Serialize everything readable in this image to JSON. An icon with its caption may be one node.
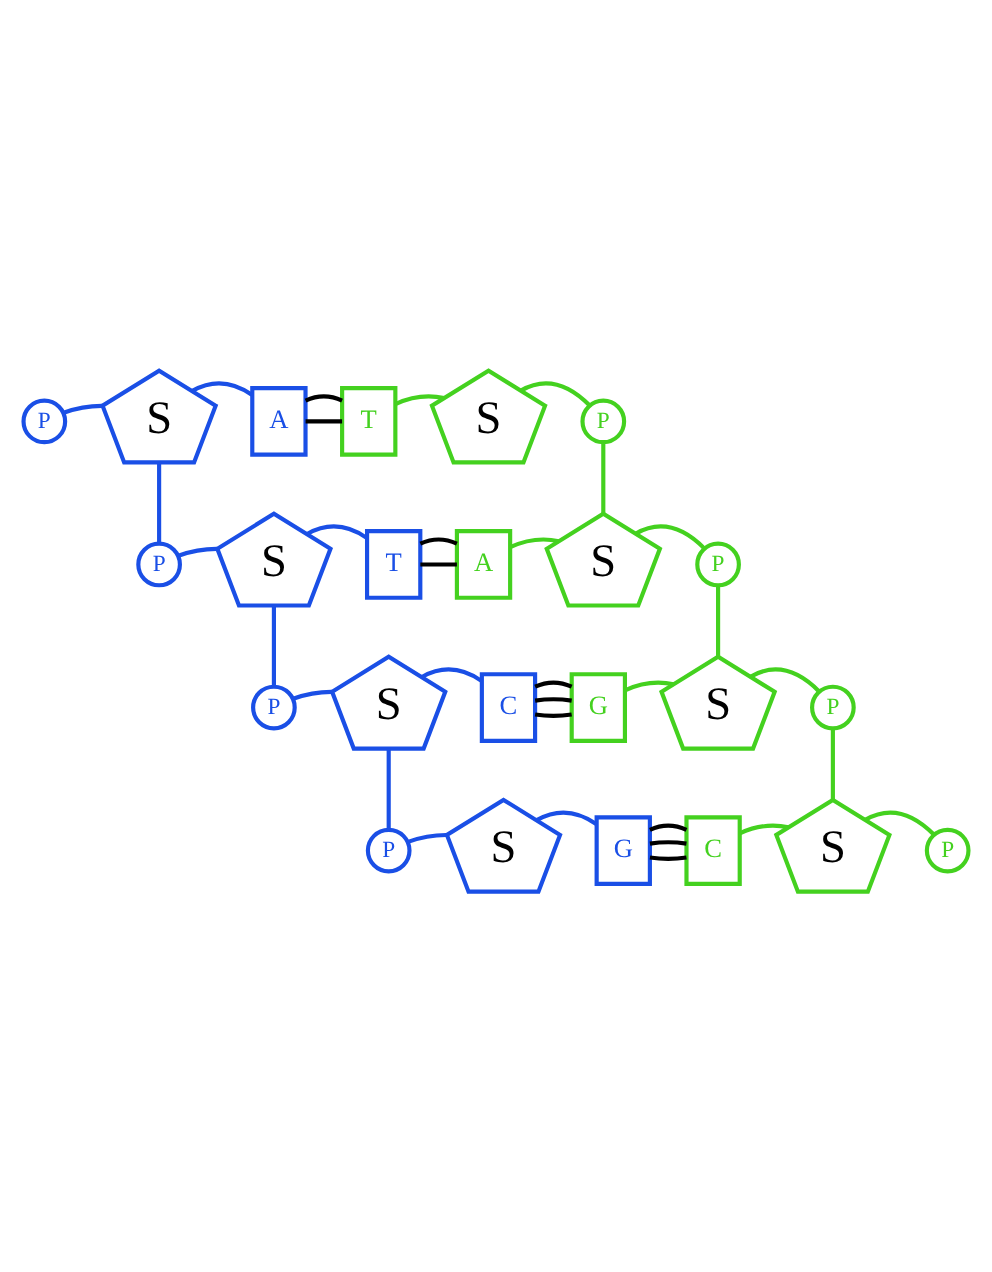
{
  "diagram": {
    "nodes": [
      {
        "text": [
          "P"
        ]
      },
      {
        "text": [
          "S"
        ]
      },
      {
        "text": [
          "A"
        ]
      },
      {
        "text": [
          "T"
        ]
      },
      {
        "text": [
          "S"
        ]
      },
      {
        "text": [
          "P"
        ]
      },
      {
        "text": [
          "P"
        ]
      },
      {
        "text": [
          "S"
        ]
      },
      {
        "text": [
          "T"
        ]
      },
      {
        "text": [
          "A"
        ]
      },
      {
        "text": [
          "S"
        ]
      },
      {
        "text": [
          "P"
        ]
      },
      {
        "text": [
          "P"
        ]
      },
      {
        "text": [
          "S"
        ]
      },
      {
        "text": [
          "C"
        ]
      },
      {
        "text": [
          "G"
        ]
      },
      {
        "text": [
          "S"
        ]
      },
      {
        "text": [
          "P"
        ]
      },
      {
        "text": [
          "P"
        ]
      },
      {
        "text": [
          "S"
        ]
      },
      {
        "text": [
          "G"
        ]
      },
      {
        "text": [
          "C"
        ]
      },
      {
        "text": [
          "S"
        ]
      },
      {
        "text": [
          "P"
        ]
      }
    ],
    "edges": [
      {
        "from": 0,
        "to": 1,
        "arrow": "none",
        "color": "#1a4fe6"
      },
      {
        "from": 1,
        "to": 2,
        "arrow": "none",
        "color": "#1a4fe6"
      },
      {
        "from": 2,
        "to": 3,
        "arrow": "none",
        "color": "#000000"
      },
      {
        "from": 2,
        "to": 3,
        "arrow": "none",
        "color": "#000000"
      },
      {
        "from": 3,
        "to": 4,
        "arrow": "none",
        "color": "#44d11f"
      },
      {
        "from": 4,
        "to": 5,
        "arrow": "none",
        "color": "#44d11f"
      },
      {
        "from": 1,
        "to": 6,
        "arrow": "none",
        "color": "#1a4fe6"
      },
      {
        "from": 5,
        "to": 10,
        "arrow": "none",
        "color": "#44d11f"
      },
      {
        "from": 6,
        "to": 7,
        "arrow": "none",
        "color": "#1a4fe6"
      },
      {
        "from": 7,
        "to": 8,
        "arrow": "none",
        "color": "#1a4fe6"
      },
      {
        "from": 8,
        "to": 9,
        "arrow": "none",
        "color": "#000000"
      },
      {
        "from": 8,
        "to": 9,
        "arrow": "none",
        "color": "#000000"
      },
      {
        "from": 9,
        "to": 10,
        "arrow": "none",
        "color": "#44d11f"
      },
      {
        "from": 10,
        "to": 11,
        "arrow": "none",
        "color": "#44d11f"
      },
      {
        "from": 7,
        "to": 12,
        "arrow": "none",
        "color": "#1a4fe6"
      },
      {
        "from": 11,
        "to": 16,
        "arrow": "none",
        "color": "#44d11f"
      },
      {
        "from": 12,
        "to": 13,
        "arrow": "none",
        "color": "#1a4fe6"
      },
      {
        "from": 13,
        "to": 14,
        "arrow": "none",
        "color": "#1a4fe6"
      },
      {
        "from": 14,
        "to": 15,
        "arrow": "none",
        "color": "#000000"
      },
      {
        "from": 14,
        "to": 15,
        "arrow": "none",
        "color": "#000000"
      },
      {
        "from": 14,
        "to": 15,
        "arrow": "none",
        "color": "#000000"
      },
      {
        "from": 15,
        "to": 16,
        "arrow": "none",
        "color": "#44d11f"
      },
      {
        "from": 16,
        "to": 17,
        "arrow": "none",
        "color": "#44d11f"
      },
      {
        "from": 13,
        "to": 18,
        "arrow": "none",
        "color": "#1a4fe6"
      },
      {
        "from": 17,
        "to": 22,
        "arrow": "none",
        "color": "#44d11f"
      },
      {
        "from": 18,
        "to": 19,
        "arrow": "none",
        "color": "#1a4fe6"
      },
      {
        "from": 19,
        "to": 20,
        "arrow": "none",
        "color": "#1a4fe6"
      },
      {
        "from": 20,
        "to": 21,
        "arrow": "none",
        "color": "#000000"
      },
      {
        "from": 20,
        "to": 21,
        "arrow": "none",
        "color": "#000000"
      },
      {
        "from": 20,
        "to": 21,
        "arrow": "none",
        "color": "#000000"
      },
      {
        "from": 21,
        "to": 22,
        "arrow": "none",
        "color": "#44d11f"
      },
      {
        "from": 22,
        "to": 23,
        "arrow": "none",
        "color": "#44d11f"
      }
    ]
  }
}
